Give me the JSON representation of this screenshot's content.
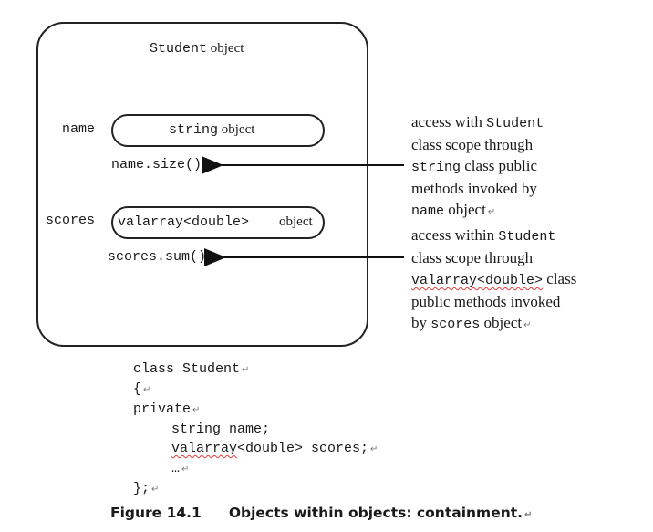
{
  "outer": {
    "class_mono": "Student",
    "object_word": " object"
  },
  "name_field": {
    "label": "name",
    "pill_mono": "string",
    "pill_word": " object",
    "call": "name.size()"
  },
  "scores_field": {
    "label": "scores",
    "pill_mono": "valarray<double>",
    "pill_word": "object",
    "call": "scores.sum()"
  },
  "annotations": {
    "first": {
      "line1_word": "access with ",
      "line1_mono": "Student",
      "line2": "class scope through",
      "line3_mono": "string",
      "line3_word": " class public",
      "line4": "methods invoked by",
      "line5_mono": "name",
      "line5_word": " object"
    },
    "second": {
      "line1_word": "access within ",
      "line1_mono": "Student",
      "line2": "class scope through",
      "line3_mono": "valarray<double>",
      "line3_word": " class",
      "line4": "public methods invoked",
      "line5_word": "by ",
      "line5_mono": "scores",
      "line5_word2": " object"
    }
  },
  "code": {
    "line1": "class Student",
    "line2": "{",
    "line3": "private",
    "line4": "string name;",
    "line5_squiggle": "valarray",
    "line5_rest": "<double> scores;",
    "line6": "…",
    "line7": "};"
  },
  "caption": {
    "number": "Figure 14.1",
    "text": "Objects within objects: containment."
  },
  "paragraph_mark": "↵"
}
